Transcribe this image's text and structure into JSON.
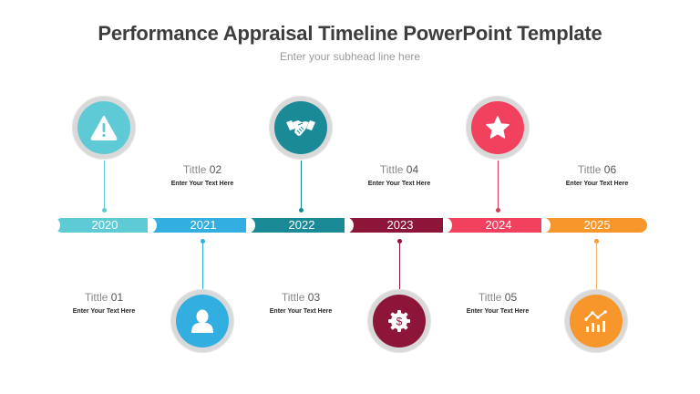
{
  "slide": {
    "title": "Performance Appraisal Timeline PowerPoint Template",
    "subtitle": "Enter your subhead line here"
  },
  "timeline": {
    "segments": [
      {
        "year": "2020",
        "color": "#5ECAD6"
      },
      {
        "year": "2021",
        "color": "#33AEE0"
      },
      {
        "year": "2022",
        "color": "#1A8A96"
      },
      {
        "year": "2023",
        "color": "#8C1538"
      },
      {
        "year": "2024",
        "color": "#F2405F"
      },
      {
        "year": "2025",
        "color": "#F7962B"
      }
    ],
    "milestones": [
      {
        "title_word": "Tittle",
        "title_num": "01",
        "text": "Enter Your Text Here",
        "icon": "warning-icon",
        "year": "2020"
      },
      {
        "title_word": "Tittle",
        "title_num": "02",
        "text": "Enter Your Text Here",
        "icon": "user-icon",
        "year": "2021"
      },
      {
        "title_word": "Tittle",
        "title_num": "03",
        "text": "Enter Your Text Here",
        "icon": "handshake-icon",
        "year": "2022"
      },
      {
        "title_word": "Tittle",
        "title_num": "04",
        "text": "Enter Your Text Here",
        "icon": "dollar-gear-icon",
        "year": "2023"
      },
      {
        "title_word": "Tittle",
        "title_num": "05",
        "text": "Enter Your Text Here",
        "icon": "star-icon",
        "year": "2024"
      },
      {
        "title_word": "Tittle",
        "title_num": "06",
        "text": "Enter Your Text Here",
        "icon": "growth-chart-icon",
        "year": "2025"
      }
    ]
  }
}
